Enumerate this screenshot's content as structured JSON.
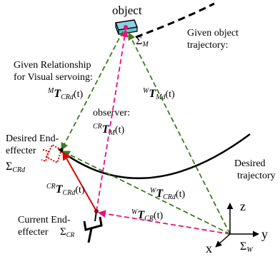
{
  "object_label": "object",
  "object_frame": "Σ_M",
  "given_object_trajectory": [
    "Given object",
    "trajectory:"
  ],
  "given_relationship": [
    "Given Relationship",
    "for Visual servoing:"
  ],
  "transform_M_CRd": "^M T_CRd(t)",
  "transform_W_Md": "^W T_Md(t)",
  "observer_label": "observer:",
  "transform_CR_M": "^CR T_M(t)",
  "desired_end_effecter": [
    "Desired End-",
    "effecter"
  ],
  "desired_frame": "Σ_CRd",
  "desired_trajectory": [
    "Desired",
    "trajectory"
  ],
  "transform_CR_CRd": "^CR T_CRd(t)",
  "transform_W_CRd": "^W T_CRd(t)",
  "transform_W_CR": "^W T_CR(t)",
  "current_end_effecter": [
    "Current End-",
    "effecter"
  ],
  "current_frame": "Σ_CR",
  "world_frame": "Σ_W",
  "axis_x": "x",
  "axis_y": "y",
  "axis_z": "z",
  "colors": {
    "green_dashed": "#3a7d1e",
    "magenta_dashed": "#e8107a",
    "red_solid": "#e00000",
    "red_dotted": "#e00000",
    "object_box": "#8fd0e0"
  }
}
